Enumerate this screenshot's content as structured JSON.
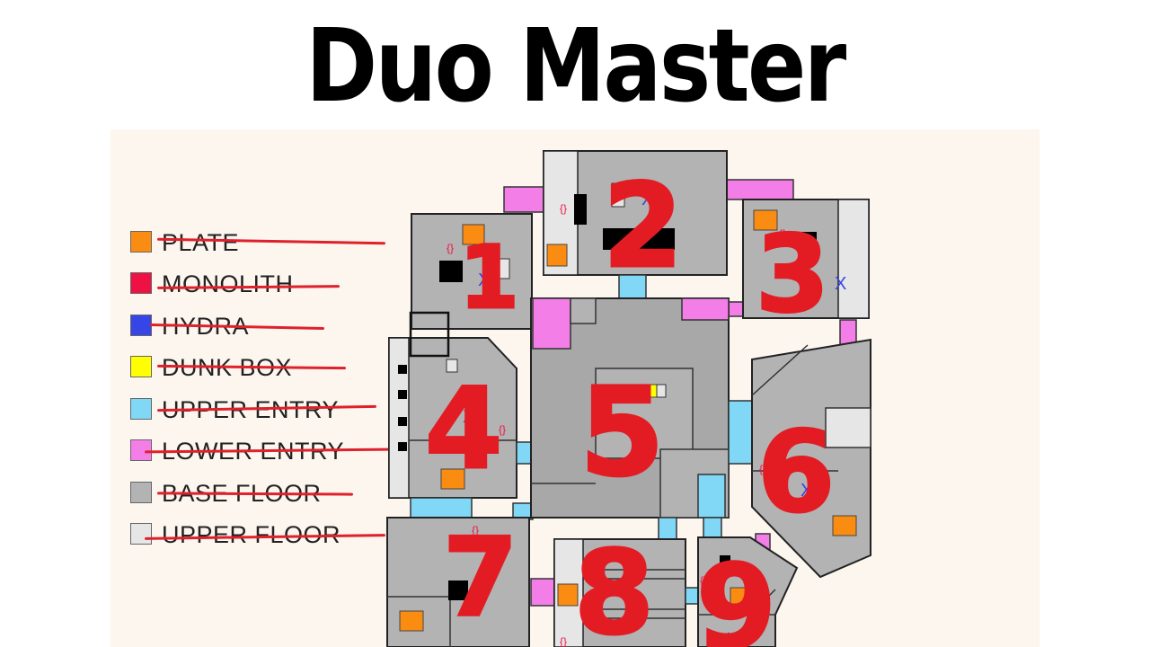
{
  "title": "Duo Master Substratum",
  "colors": {
    "background": "#ffffff",
    "panel": "#fcf6ef",
    "plate": "#fb8c12",
    "monolith": "#ee1144",
    "hydra": "#3646e6",
    "dunk_box": "#ffff00",
    "upper_entry": "#80d8f6",
    "lower_entry": "#f47ee8",
    "base_floor": "#b3b3b3",
    "upper_floor": "#e6e6e6",
    "annotation": "#e31c24"
  },
  "legend": [
    {
      "label": "PLATE",
      "color": "#fb8c12"
    },
    {
      "label": "MONOLITH",
      "color": "#ee1144"
    },
    {
      "label": "HYDRA",
      "color": "#3646e6"
    },
    {
      "label": "DUNK BOX",
      "color": "#ffff00"
    },
    {
      "label": "UPPER ENTRY",
      "color": "#80d8f6"
    },
    {
      "label": "LOWER ENTRY",
      "color": "#f47ee8"
    },
    {
      "label": "BASE FLOOR",
      "color": "#b3b3b3"
    },
    {
      "label": "UPPER FLOOR",
      "color": "#e6e6e6"
    }
  ],
  "room_numbers": [
    "1",
    "2",
    "3",
    "4",
    "5",
    "6",
    "7",
    "8",
    "9"
  ],
  "map_markers": {
    "hydra_mark": "X",
    "monolith_mark": "{}"
  }
}
